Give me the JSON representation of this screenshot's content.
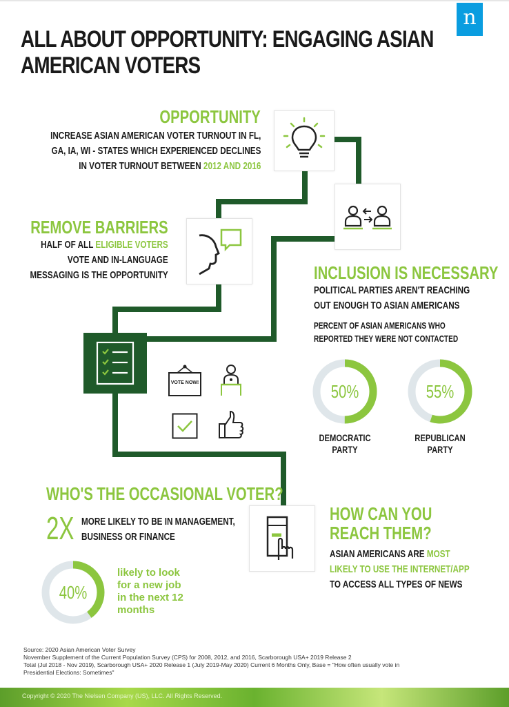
{
  "logo": {
    "letter": "n"
  },
  "title": {
    "line1": "ALL ABOUT OPPORTUNITY: ENGAGING ASIAN",
    "line2": "AMERICAN VOTERS"
  },
  "opportunity": {
    "heading": "OPPORTUNITY",
    "line1": "INCREASE ASIAN AMERICAN VOTER TURNOUT IN FL,",
    "line2": "GA, IA, WI - STATES WHICH EXPERIENCED DECLINES",
    "line3_pre": "IN VOTER TURNOUT BETWEEN ",
    "line3_hl": "2012 AND 2016"
  },
  "barriers": {
    "heading": "REMOVE BARRIERS",
    "line1_pre": "HALF OF ALL ",
    "line1_hl": "ELIGIBLE VOTERS",
    "line2": "VOTE AND IN-LANGUAGE",
    "line3": "MESSAGING IS THE OPPORTUNITY"
  },
  "inclusion": {
    "heading": "INCLUSION IS NECESSARY",
    "line1": "POLITICAL PARTIES AREN'T REACHING",
    "line2": "OUT ENOUGH TO ASIAN AMERICANS",
    "sub1": "PERCENT OF ASIAN AMERICANS WHO",
    "sub2": "REPORTED THEY WERE NOT CONTACTED",
    "dem": {
      "value": 50,
      "label": "50%",
      "name1": "DEMOCRATIC",
      "name2": "PARTY"
    },
    "rep": {
      "value": 55,
      "label": "55%",
      "name1": "REPUBLICAN",
      "name2": "PARTY"
    }
  },
  "vote_now": "VOTE NOW!",
  "occasional": {
    "heading": "WHO'S THE OCCASIONAL VOTER?",
    "mult": "2X",
    "mult_line1": "MORE LIKELY TO BE IN MANAGEMENT,",
    "mult_line2": "BUSINESS OR FINANCE",
    "pct": {
      "value": 40,
      "label": "40%"
    },
    "job1": "likely to look",
    "job2": "for a new job",
    "job3": "in the next 12",
    "job4": "months"
  },
  "reach": {
    "heading1": "HOW CAN YOU",
    "heading2": "REACH THEM?",
    "line1_pre": "ASIAN AMERICANS ARE ",
    "line1_hl": "MOST",
    "line2_hl": "LIKELY TO USE THE INTERNET/APP",
    "line3": "TO ACCESS ALL TYPES OF NEWS"
  },
  "source": {
    "l1": "Source: 2020 Asian American Voter Survey",
    "l2": "November Supplement of the Current Population Survey (CPS) for 2008, 2012, and 2016, Scarborough USA+ 2019 Release 2",
    "l3": "Total (Jul 2018 - Nov 2019), Scarborough USA+ 2020 Release 1 (July 2019-May 2020) Current 6 Months Only, Base = \"How often usually vote in",
    "l4": "Presidential Elections: Sometimes\""
  },
  "footer": "Copyright © 2020 The Nielsen Company (US), LLC. All Rights Reserved.",
  "colors": {
    "accent": "#8cc63f",
    "dark_green": "#1f5a2a",
    "ring_bg": "#dfe6ea",
    "logo_blue": "#0a9de0"
  }
}
